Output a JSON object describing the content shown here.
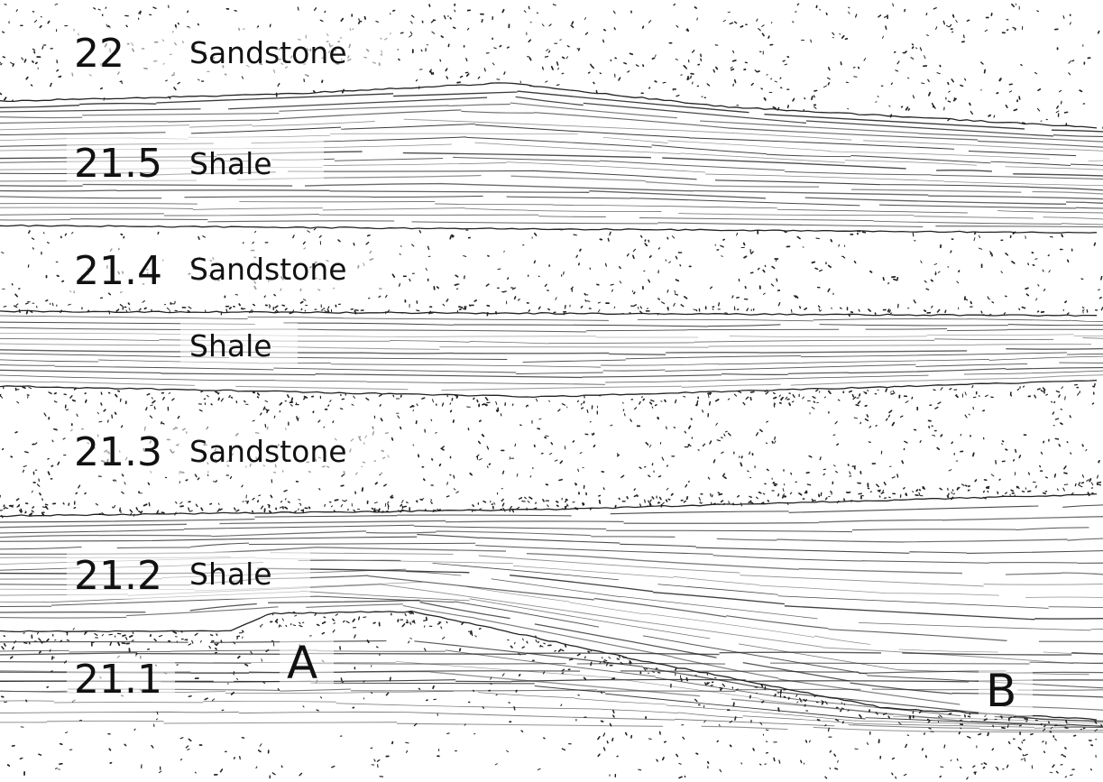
{
  "figure": {
    "layers": [
      {
        "id": "22",
        "number": "22",
        "rock": "Sandstone",
        "texture": "sandstone"
      },
      {
        "id": "21-5",
        "number": "21.5",
        "rock": "Shale",
        "texture": "shale"
      },
      {
        "id": "21-4",
        "number": "21.4",
        "rock": "Sandstone",
        "texture": "sandstone"
      },
      {
        "id": "unnum",
        "number": "",
        "rock": "Shale",
        "texture": "shale"
      },
      {
        "id": "21-3",
        "number": "21.3",
        "rock": "Sandstone",
        "texture": "sandstone"
      },
      {
        "id": "21-2",
        "number": "21.2",
        "rock": "Shale",
        "texture": "shale"
      },
      {
        "id": "21-1",
        "number": "21.1",
        "rock": "",
        "texture": "sandstone"
      }
    ],
    "markers": [
      {
        "id": "a",
        "text": "A"
      },
      {
        "id": "b",
        "text": "B"
      }
    ],
    "colors": {
      "ink": "#222222",
      "paper": "#ffffff"
    }
  }
}
